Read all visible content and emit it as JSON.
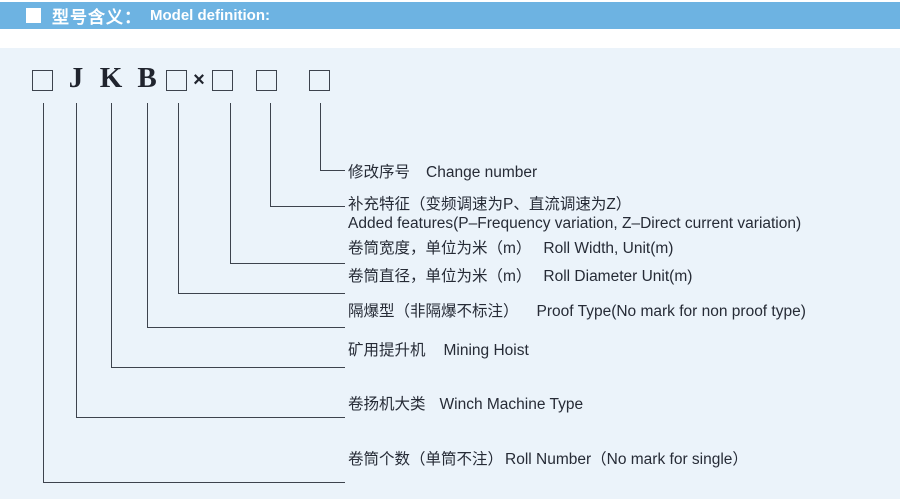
{
  "header": {
    "bullet_icon": "white-square-icon",
    "title_zh": "型号含义：",
    "title_en": "Model definition:"
  },
  "model_code": {
    "symbols_note": "blank-box J K B blank-box × blank-box blank-box blank-box",
    "j": "J",
    "k": "K",
    "b": "B",
    "times": "×"
  },
  "rows": [
    {
      "zh": "修改序号",
      "en": "Change number"
    },
    {
      "zh": "补充特征（变频调速为P、直流调速为Z）",
      "en": "Added features(P–Frequency variation, Z–Direct current variation)"
    },
    {
      "zh": "卷筒宽度，单位为米（m）",
      "en": "Roll Width, Unit(m)"
    },
    {
      "zh": "卷筒直径，单位为米（m）",
      "en": "Roll Diameter Unit(m)"
    },
    {
      "zh": "隔爆型（非隔爆不标注）",
      "en": "Proof Type(No mark for non proof type)"
    },
    {
      "zh": "矿用提升机",
      "en": "Mining Hoist"
    },
    {
      "zh": "卷扬机大类",
      "en": "Winch Machine Type"
    },
    {
      "zh": "卷筒个数（单筒不注）",
      "en": "Roll Number（No mark for single）"
    }
  ],
  "colors": {
    "header_bar": "#6db3e2",
    "page_bg": "#ebf3fa",
    "text": "#262b36",
    "line": "#3d434d"
  }
}
